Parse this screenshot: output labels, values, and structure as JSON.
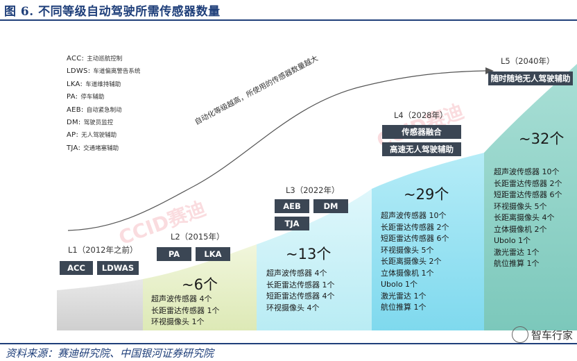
{
  "title": "图 6. 不同等级自动驾驶所需传感器数量",
  "source": "资料来源：赛迪研究院、中国银河证券研究院",
  "watermark_text": "CCID赛迪",
  "wechat_label": "智车行家",
  "curve_text": "自动化等级越高，所使用的传感器数量越大",
  "legend": [
    {
      "abbr": "ACC:",
      "desc": "主动巡航控制"
    },
    {
      "abbr": "LDWS:",
      "desc": "车道偏离警告系统"
    },
    {
      "abbr": "LKA:",
      "desc": "车道维持辅助"
    },
    {
      "abbr": "PA:",
      "desc": "停车辅助"
    },
    {
      "abbr": "AEB:",
      "desc": "自动紧急制动"
    },
    {
      "abbr": "DM:",
      "desc": "驾驶员监控"
    },
    {
      "abbr": "AP:",
      "desc": "无人驾驶辅助"
    },
    {
      "abbr": "TJA:",
      "desc": "交通堵塞辅助"
    }
  ],
  "levels": {
    "l1": {
      "label": "L1（2012年之前）",
      "tags": [
        "ACC",
        "LDWAS"
      ]
    },
    "l2": {
      "label": "L2（2015年）",
      "tags": [
        "PA",
        "LKA"
      ],
      "total": "~6个",
      "items": [
        "超声波传感器  4个",
        "长距雷达传感器  1个",
        "环视摄像头  1个"
      ]
    },
    "l3": {
      "label": "L3（2022年）",
      "tags": [
        "AEB",
        "DM",
        "TJA"
      ],
      "total": "~13个",
      "items": [
        "超声波传感器  4个",
        "长距雷达传感器  1个",
        "短距雷达传感器  4个",
        "环视摄像头  4个"
      ]
    },
    "l4": {
      "label": "L4（2028年）",
      "tags": [
        "传感器融合",
        "高速无人驾驶辅助"
      ],
      "total": "~29个",
      "items": [
        "超声波传感器  10个",
        "长距雷达传感器  2个",
        "短距雷达传感器  6个",
        "环视摄像头  5个",
        "长距离摄像头  2个",
        "立体摄像机  1个",
        "Ubolo  1个",
        "激光雷达  1个",
        "航位推算  1个"
      ]
    },
    "l5": {
      "label": "L5（2040年）",
      "tags": [
        "随时随地无人驾驶辅助"
      ],
      "total": "~32个",
      "items": [
        "超声波传感器  10个",
        "长距雷达传感器  2个",
        "短距雷达传感器  6个",
        "环视摄像头  5个",
        "长距离摄像头  4个",
        "立体摄像机  2个",
        "Ubolo  1个",
        "激光雷达  1个",
        "航位推算  1个"
      ]
    }
  }
}
